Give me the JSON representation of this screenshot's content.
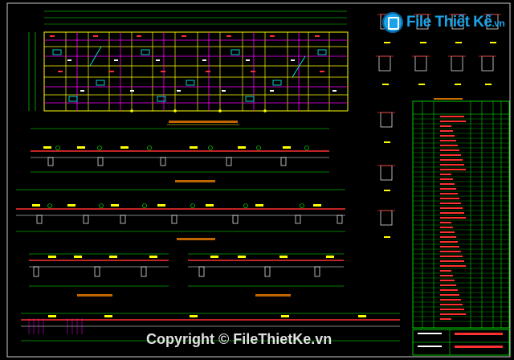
{
  "viewer": {
    "title": "Structural CAD drawing sheet"
  },
  "watermark": {
    "brand_name": "File Thiết Kế",
    "brand_tld": ".vn",
    "copyright_text": "Copyright © FileThietKe.vn"
  },
  "colors": {
    "background": "#000000",
    "frame": "#ffffff",
    "grid": "#ffff00",
    "beam": "#ff3030",
    "green": "#00ff00",
    "cyan": "#00ffff",
    "magenta": "#ff00ff",
    "brand": "#1aa3e8"
  },
  "icons": {
    "logo": "file-document-icon"
  }
}
